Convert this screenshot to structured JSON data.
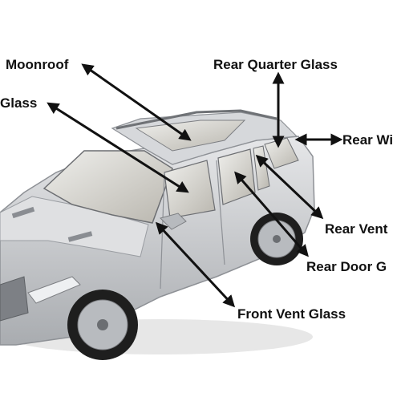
{
  "labels": {
    "moonroof": "Moonroof",
    "windshield": "Glass",
    "rear_quarter": "Rear Quarter Glass",
    "rear_window": "Rear Wi",
    "rear_vent": "Rear Vent",
    "rear_door": "Rear Door G",
    "front_vent": "Front Vent Glass"
  },
  "colors": {
    "arrow": "#111111",
    "body": "#c9cbce",
    "body_dark": "#9a9da2",
    "glass": "#dcdcd8",
    "tire": "#1e1e1e",
    "rim": "#b8bbbf"
  }
}
